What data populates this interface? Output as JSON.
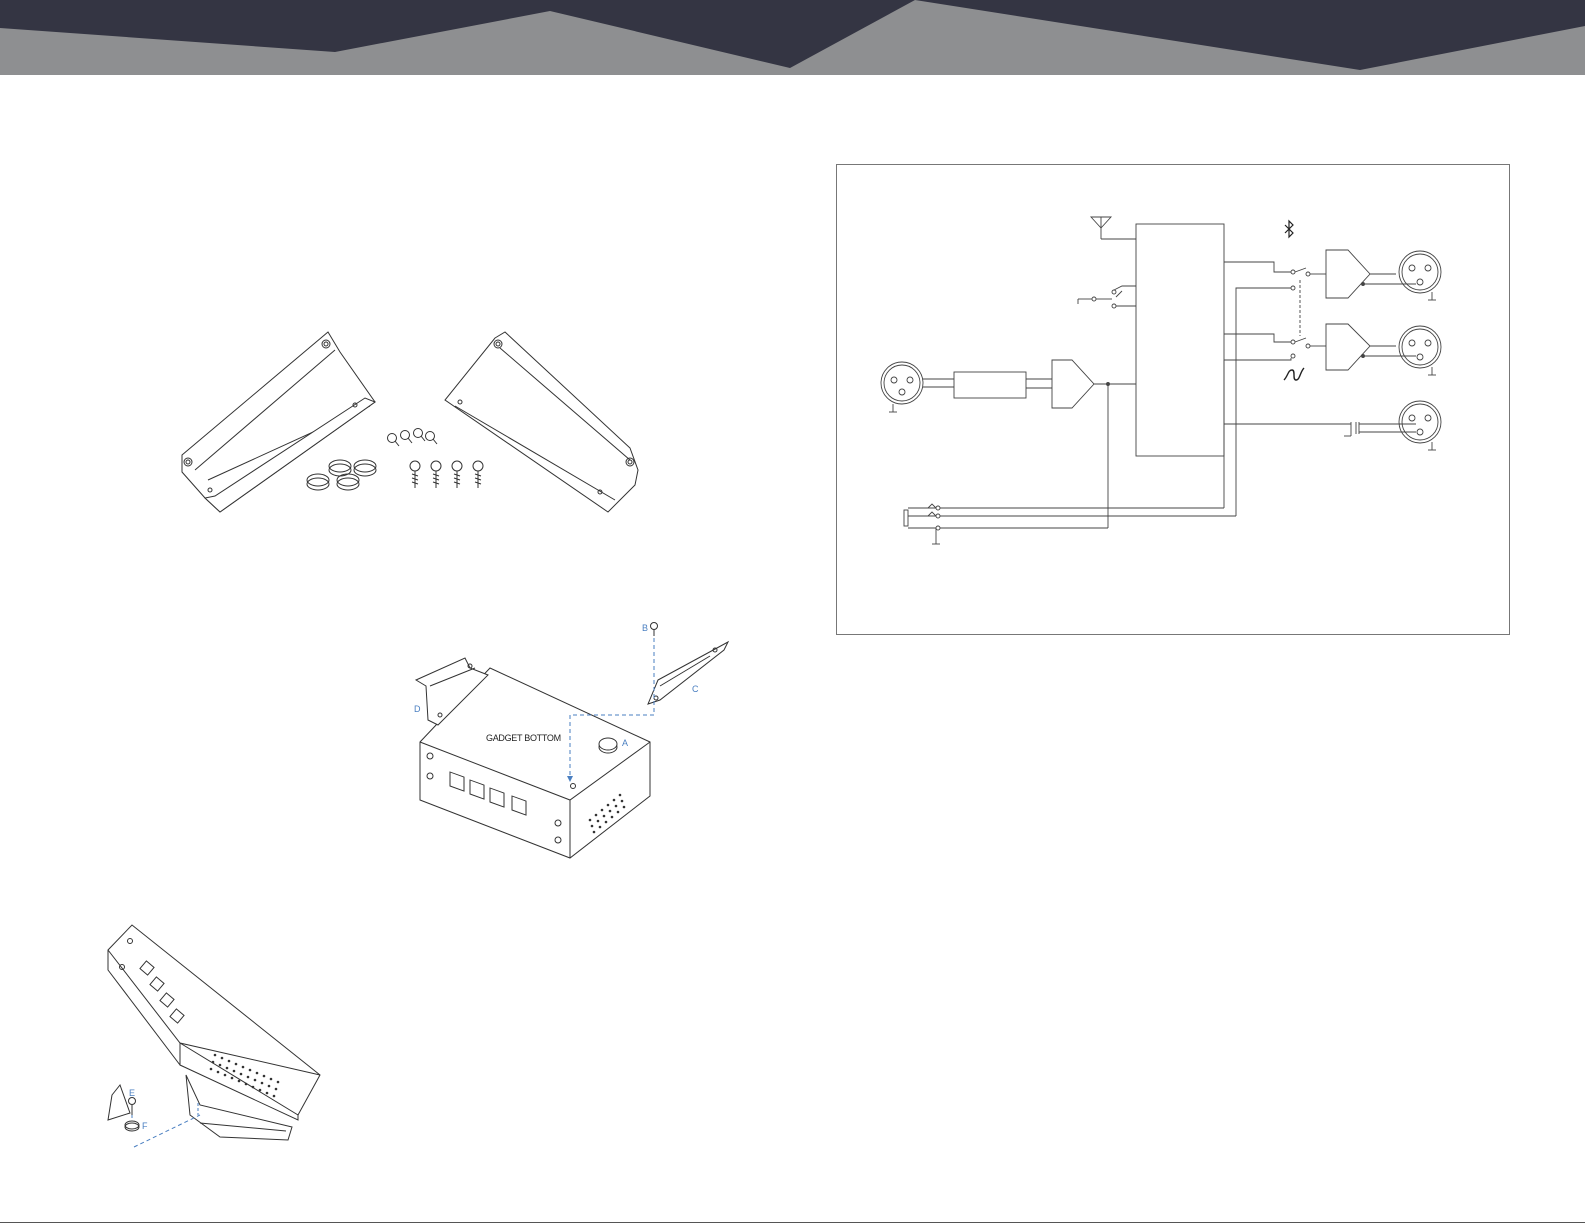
{
  "colors": {
    "banner_dark": "#343543",
    "banner_light": "#8e8f91",
    "callout_blue": "#4a7fc1",
    "line": "#333333"
  },
  "assembly": {
    "label_a": "A",
    "label_b": "B",
    "label_c": "C",
    "label_d": "D",
    "device_caption": "GADGET BOTTOM"
  },
  "mount": {
    "label_e": "E",
    "label_f": "F"
  },
  "schematic": {
    "icons": [
      "bluetooth-icon",
      "cable-plug-icon",
      "antenna-icon",
      "ground-icon"
    ]
  }
}
